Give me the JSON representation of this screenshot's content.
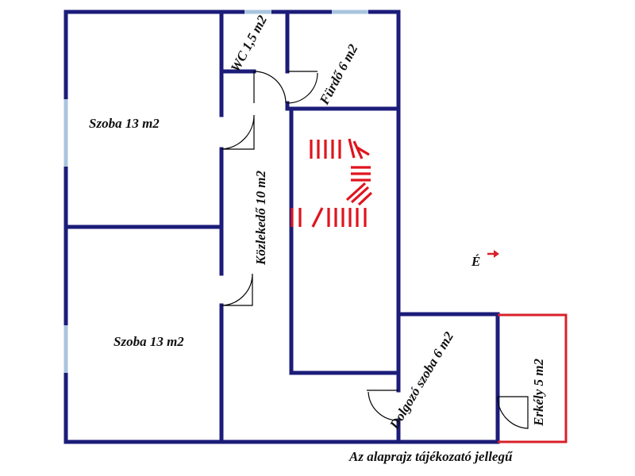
{
  "rooms": {
    "wc": "WC 1,5 m2",
    "bathroom": "Fürdő 6 m2",
    "room_top": "Szoba 13 m2",
    "hallway": "Közlekedő 10 m2",
    "room_bottom": "Szoba 13 m2",
    "study": "Dolgozó szoba 6 m2",
    "balcony": "Erkély 5 m2"
  },
  "compass": {
    "label": "É",
    "arrow_icon": "arrow-right-icon",
    "color": "#d9202a"
  },
  "note": "Az alaprajz tájékozató jellegű",
  "colors": {
    "wall": "#1c1c7a",
    "window": "#a9c4de",
    "balcony": "#d9202a",
    "stairs": "#e0141e"
  }
}
